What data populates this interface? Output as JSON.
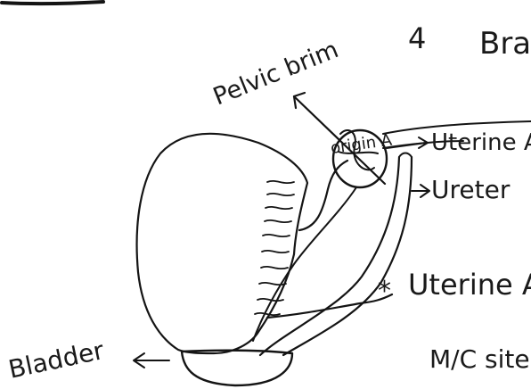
{
  "labels": {
    "pelvic_brim": "Pelvic brim",
    "number": "4",
    "top_right": "Bra",
    "origin": "origin A",
    "uterine_a_top": "Uterine A",
    "ureter": "Ureter",
    "uterine_a_mid": "Uterine A",
    "asterisk": "*",
    "bladder": "Bladder",
    "mc_site": "M/C site"
  },
  "colors": {
    "ink": "#141414",
    "paper": "#ffffff"
  }
}
